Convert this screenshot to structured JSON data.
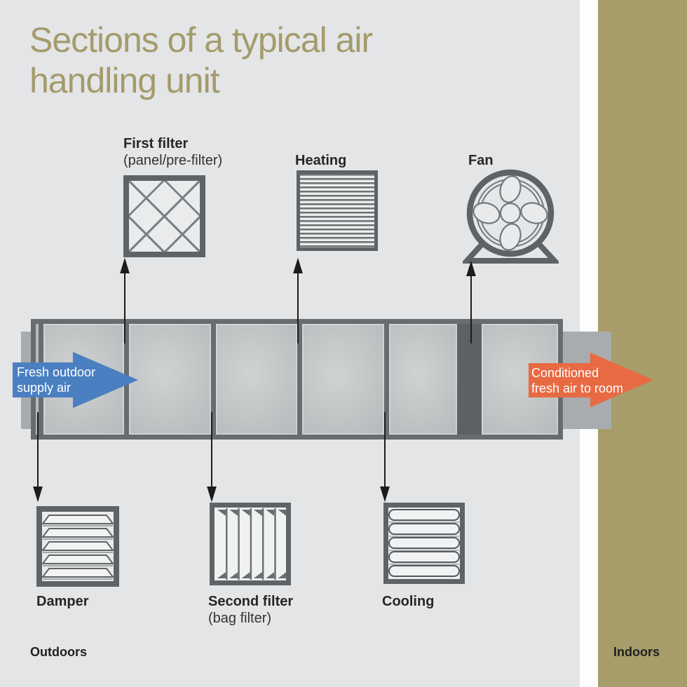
{
  "title": "Sections of a typical air handling unit",
  "components": {
    "first_filter": {
      "name": "First filter",
      "sub": "(panel/pre-filter)"
    },
    "heating": {
      "name": "Heating"
    },
    "fan": {
      "name": "Fan"
    },
    "damper": {
      "name": "Damper"
    },
    "second_filter": {
      "name": "Second filter",
      "sub": "(bag filter)"
    },
    "cooling": {
      "name": "Cooling"
    }
  },
  "flows": {
    "inlet": {
      "line1": "Fresh outdoor",
      "line2": "supply air",
      "color": "#4a7fc1"
    },
    "outlet": {
      "line1": "Conditioned",
      "line2": "fresh air to room",
      "color": "#e86a42"
    }
  },
  "zones": {
    "outdoors": "Outdoors",
    "indoors": "Indoors"
  },
  "icons": {
    "first_filter": "diamond-lattice-filter-icon",
    "heating": "striped-coil-icon",
    "fan": "axial-fan-icon",
    "damper": "louver-damper-icon",
    "second_filter": "bag-filter-icon",
    "cooling": "cooling-coil-icon"
  },
  "colors": {
    "background": "#e4e5e7",
    "indoors_band": "#a79d6a",
    "title_text": "#a49b6b",
    "duct_border": "#686c6e",
    "duct_fill": "#c0c3c4",
    "fan_section": "#5d6163",
    "inlet_outlet_duct": "#a8acaf",
    "supply_arrow": "#4a7fc1",
    "conditioned_arrow": "#e86a42",
    "label_text": "#262626"
  }
}
